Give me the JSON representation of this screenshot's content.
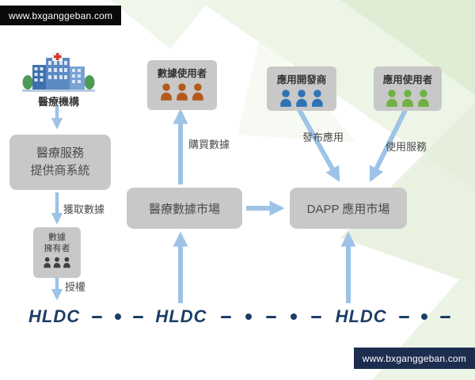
{
  "watermarks": {
    "top": "www.bxganggeban.com",
    "bottom": "www.bxganggeban.com"
  },
  "left_flow": {
    "hospital_label": "醫療機構",
    "provider_box": "醫療服務\n提供商系統",
    "acquire_label": "獲取數據",
    "owner_box": "數據\n擁有者",
    "authorize_label": "授權"
  },
  "markets": {
    "data_market": "醫療數據市場",
    "dapp_market": "DAPP 應用市場",
    "buy_label": "購買數據",
    "publish_label": "發布應用",
    "use_label": "使用服務"
  },
  "actors": {
    "data_users": "數據使用者",
    "app_developers": "應用開發商",
    "app_users": "應用使用者"
  },
  "blockchain": {
    "labels": [
      "HLDC",
      "HLDC",
      "HLDC"
    ]
  },
  "colors": {
    "arrow": "#9dc3e6",
    "box_bg": "#c8c8c8",
    "hldc_navy": "#1c3e66",
    "data_users_people": "#b4591e",
    "app_developers_people": "#2e74b5",
    "app_users_people": "#6fb243",
    "owner_people": "#3f3f3f",
    "background_green": "#e7f1de"
  }
}
